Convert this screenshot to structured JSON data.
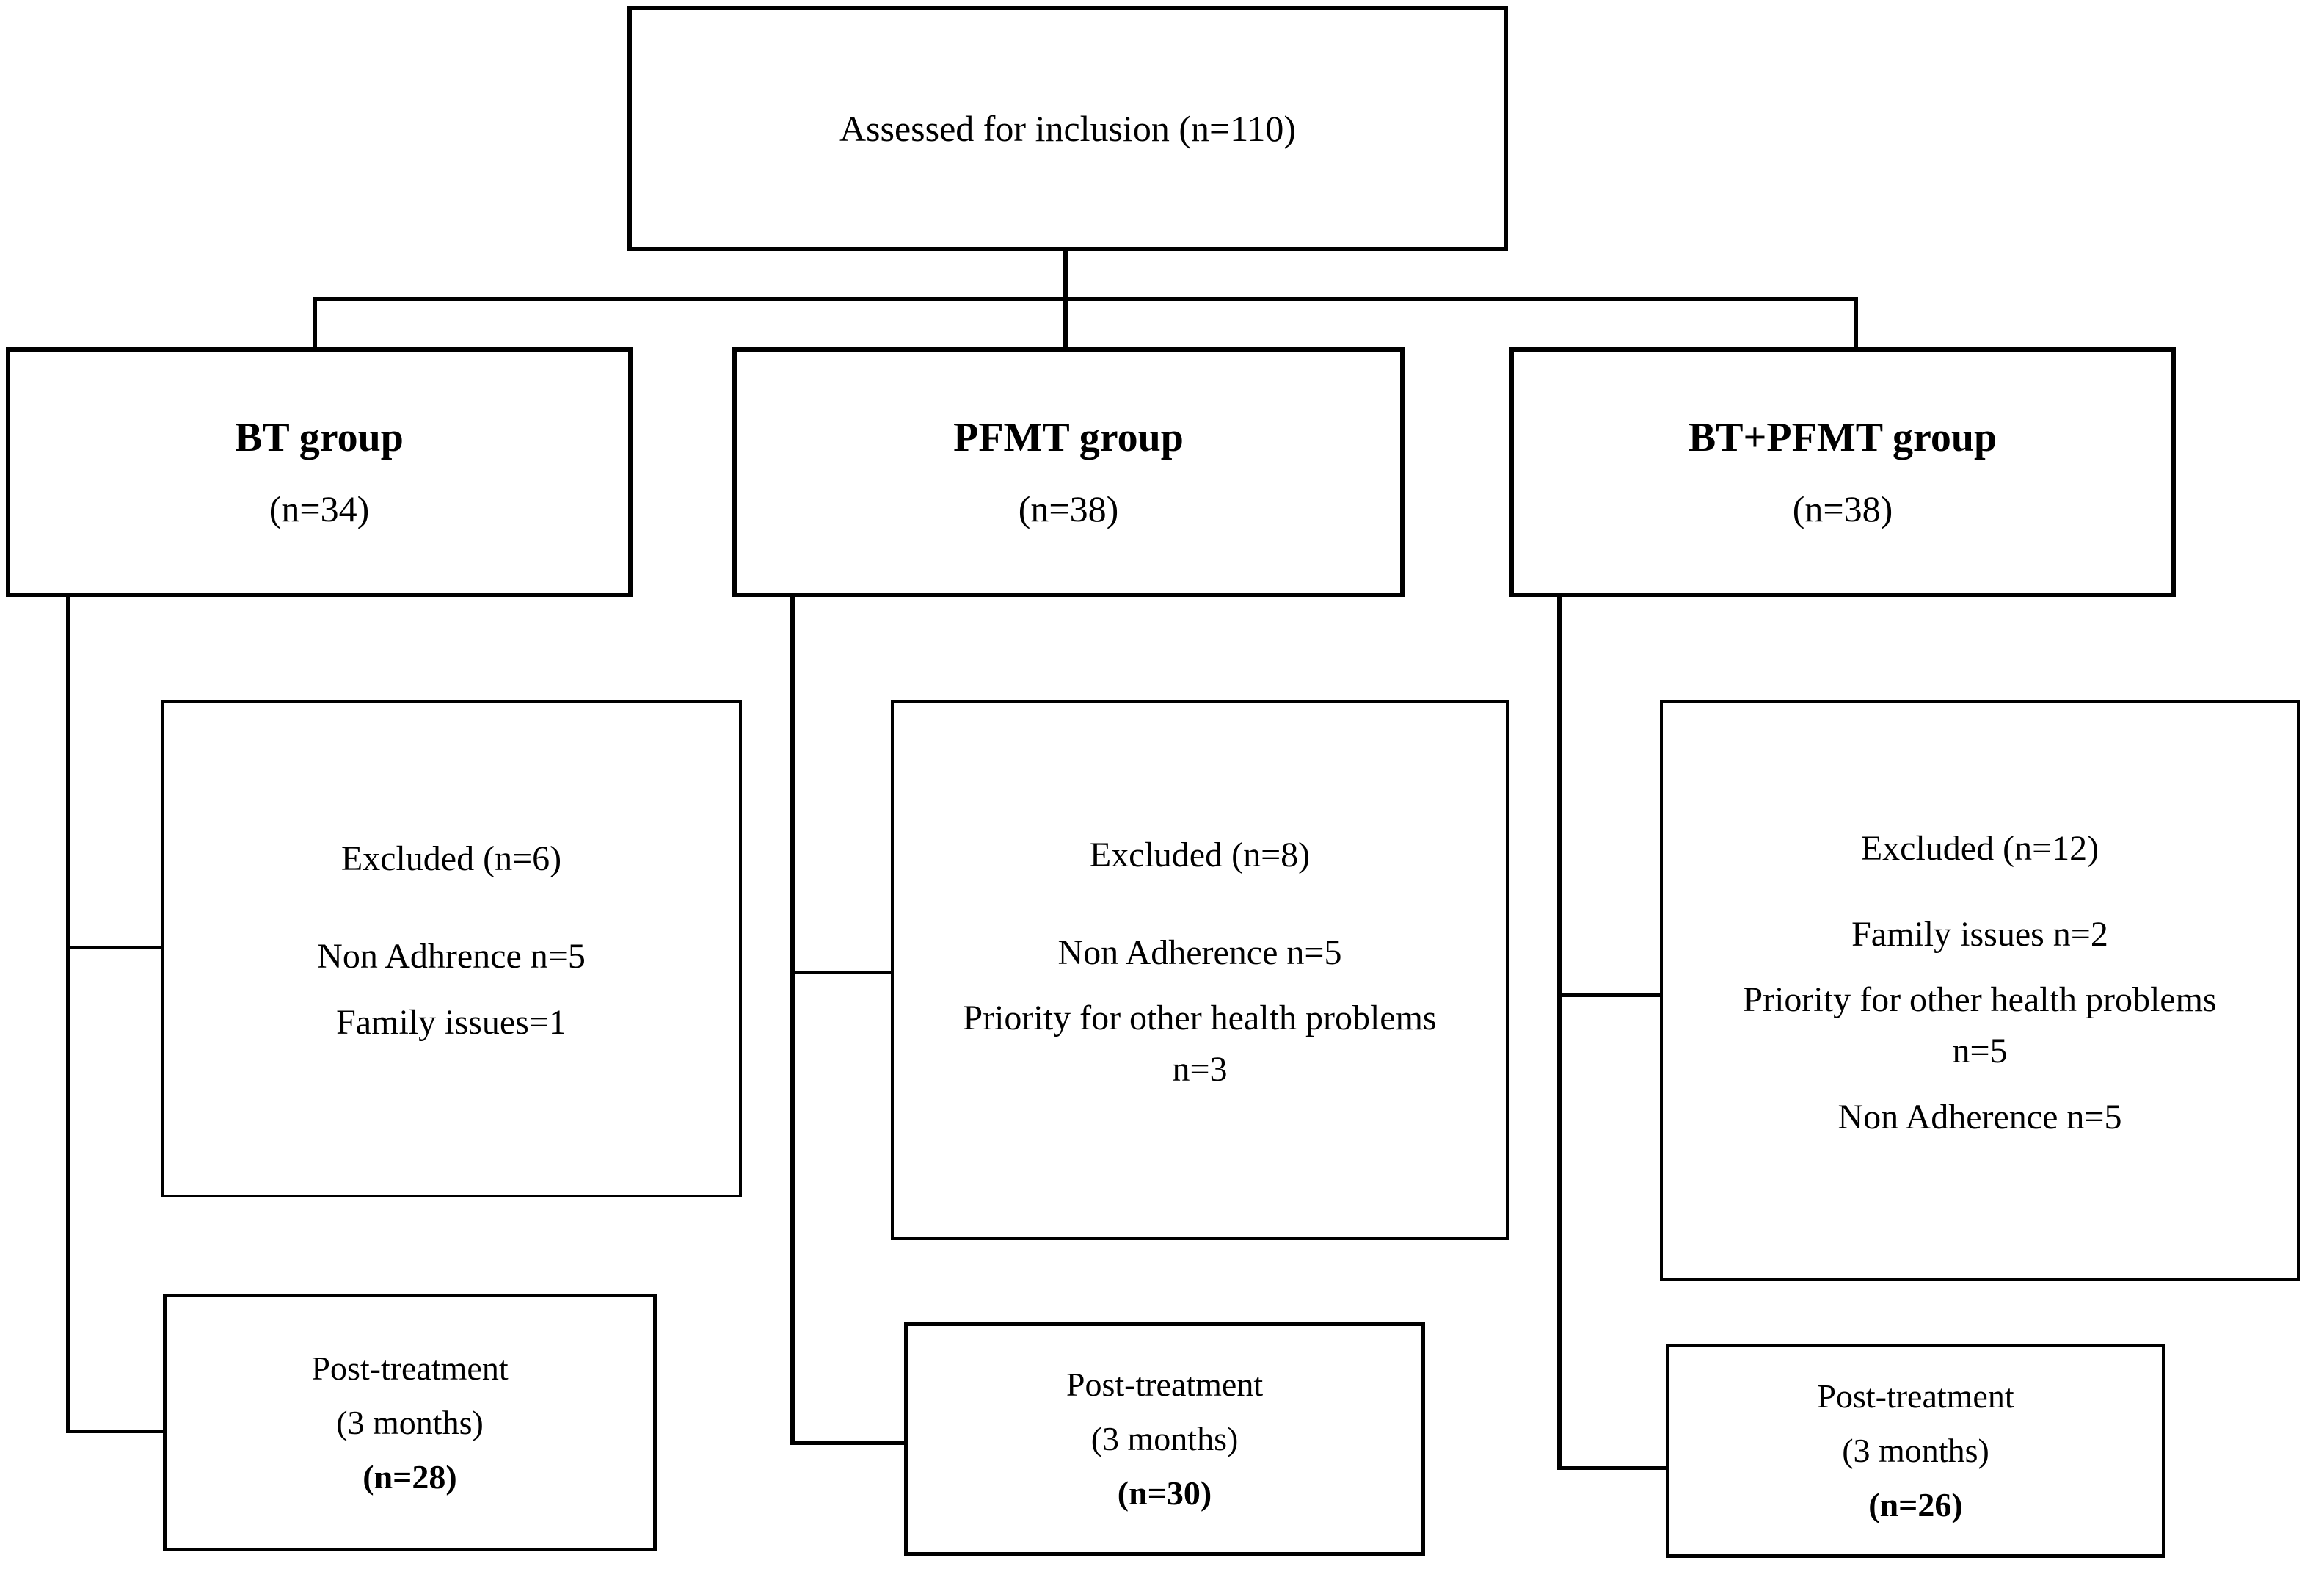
{
  "diagram": {
    "assessed_label": "Assessed for inclusion (n=110)",
    "columns": [
      {
        "group_title": "BT group",
        "group_n": "(n=34)",
        "excluded_title": "Excluded (n=6)",
        "reasons": [
          "Non Adhrence n=5",
          "Family issues=1"
        ],
        "post": {
          "line1": "Post-treatment",
          "line2": "(3 months)",
          "n": "(n=28)"
        }
      },
      {
        "group_title": "PFMT group",
        "group_n": "(n=38)",
        "excluded_title": "Excluded (n=8)",
        "reasons": [
          "Non Adherence n=5",
          "Priority for other health problems n=3"
        ],
        "post": {
          "line1": "Post-treatment",
          "line2": "(3 months)",
          "n": "(n=30)"
        }
      },
      {
        "group_title": "BT+PFMT group",
        "group_n": "(n=38)",
        "excluded_title": "Excluded (n=12)",
        "reasons": [
          "Family issues n=2",
          "Priority for other health problems n=5",
          "Non Adherence n=5"
        ],
        "post": {
          "line1": "Post-treatment",
          "line2": "(3 months)",
          "n": "(n=26)"
        }
      }
    ],
    "colors": {
      "line": "#000000",
      "text": "#000000",
      "background": "#ffffff"
    }
  }
}
